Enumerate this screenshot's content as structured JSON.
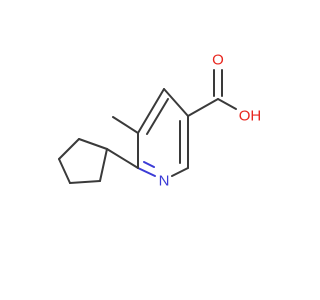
{
  "diagram": {
    "type": "skeletal-structural-formula",
    "colors": {
      "bond": "#3a3a3a",
      "oxygen": "#e8261e",
      "nitrogen": "#3b3bd6",
      "background": "#ffffff"
    },
    "atom_labels": {
      "carbonyl_oxygen": "O",
      "hydroxyl_oxygen": "OH",
      "ring_nitrogen": "N"
    }
  }
}
